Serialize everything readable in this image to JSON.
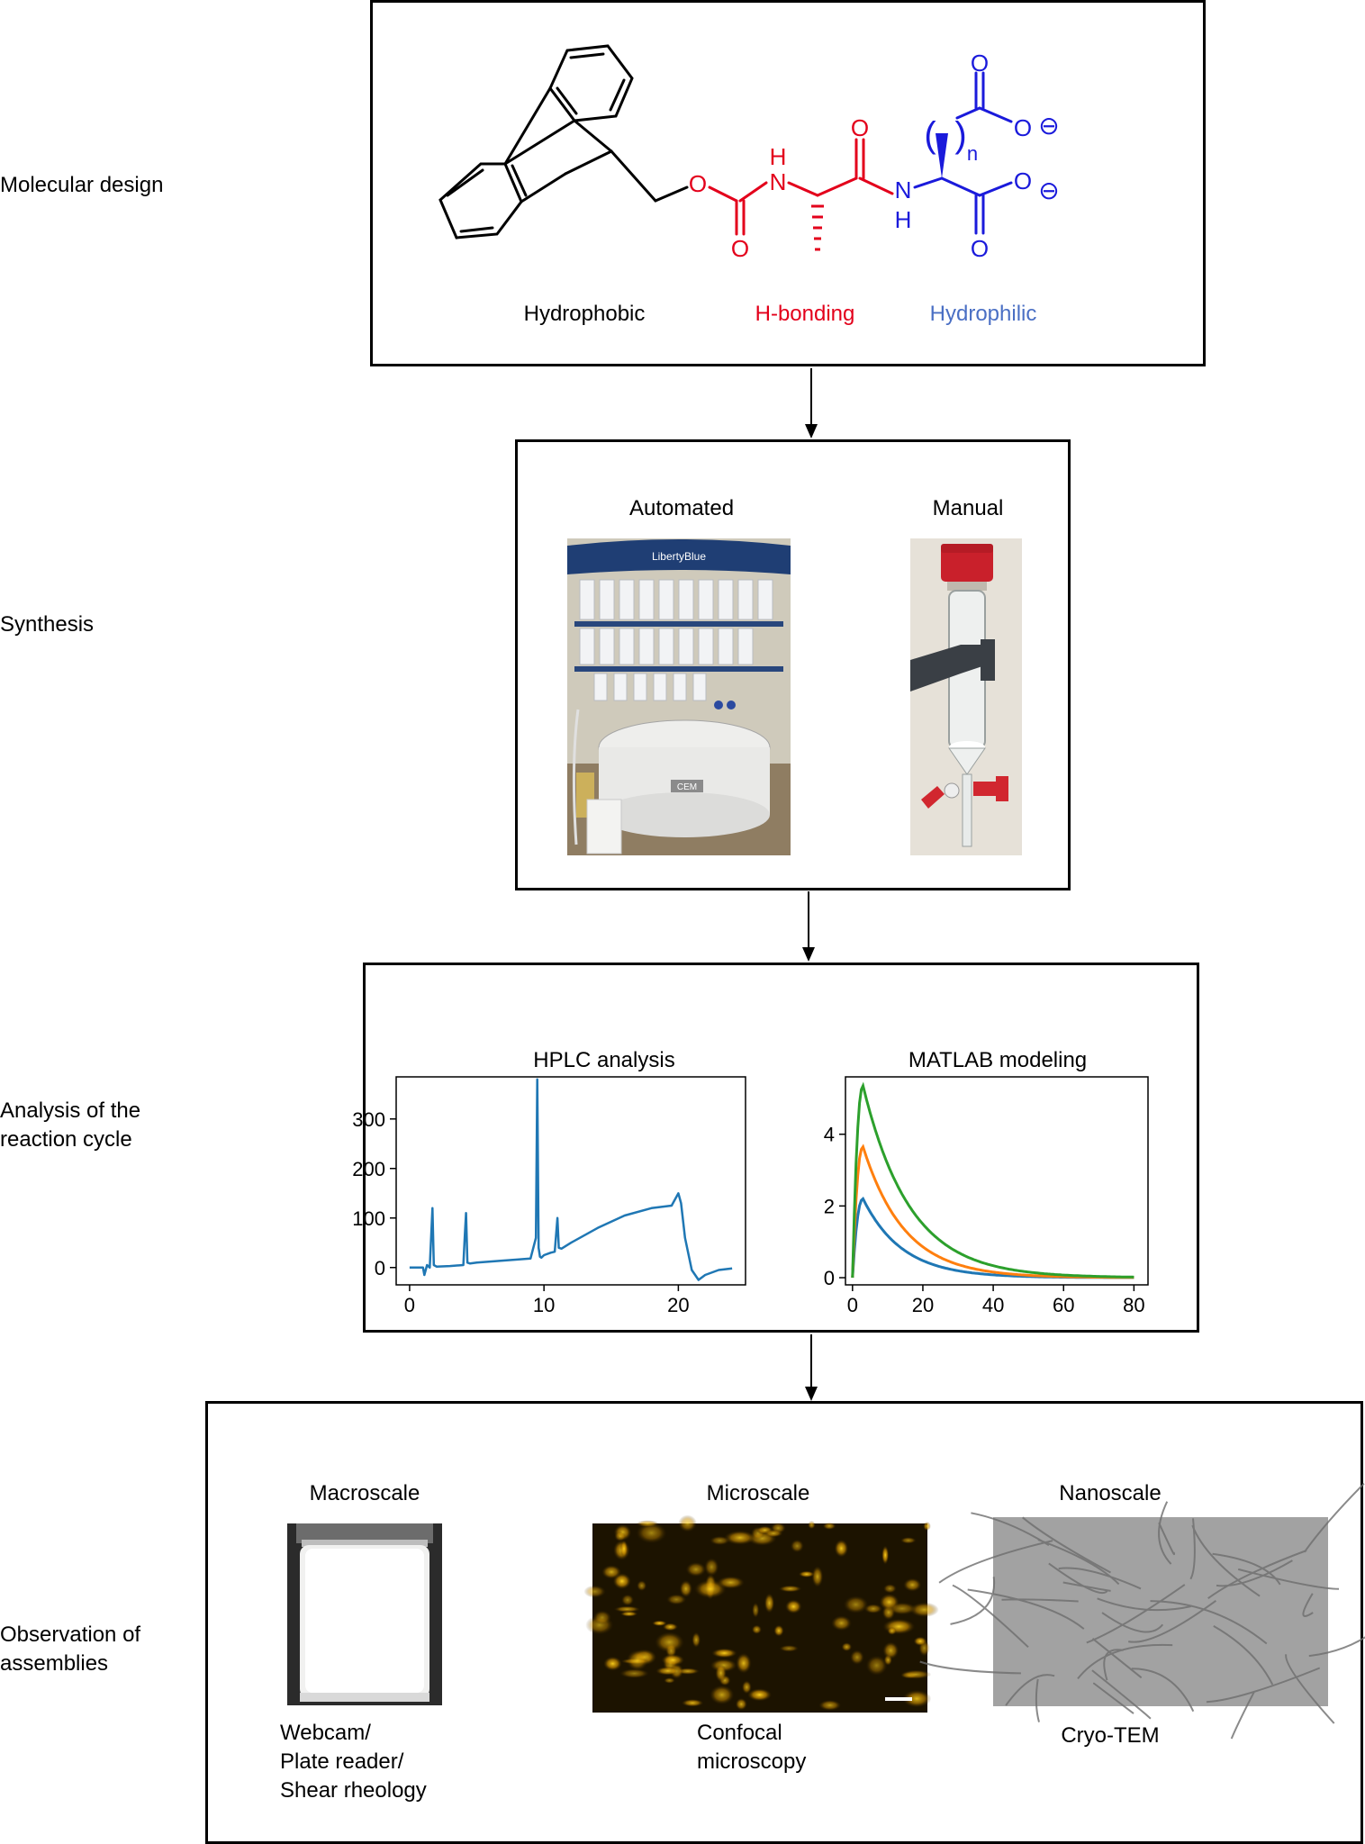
{
  "stages": {
    "molecular_design": "Molecular design",
    "synthesis": "Synthesis",
    "analysis_line1": "Analysis of the",
    "analysis_line2": "reaction cycle",
    "observation_line1": "Observation of",
    "observation_line2": "assemblies"
  },
  "molecule": {
    "hydrophobic": "Hydrophobic",
    "h_bonding": "H-bonding",
    "hydrophilic": "Hydrophilic",
    "colors": {
      "hydrophobic": "#000000",
      "h_bonding": "#e3001b",
      "hydrophilic": "#1a1adb",
      "hydrophilic_label": "#4a6fc4"
    },
    "atoms": {
      "O": "O",
      "N": "N",
      "H": "H",
      "n": "n",
      "minus": "⊖",
      "paren_open": "(",
      "paren_close": ")"
    }
  },
  "synthesis": {
    "automated": "Automated",
    "manual": "Manual",
    "automated_photo_text": "LibertyBlue",
    "automated_photo_badge": "CEM"
  },
  "analysis": {
    "hplc_title": "HPLC analysis",
    "matlab_title": "MATLAB modeling"
  },
  "observation": {
    "macroscale": "Macroscale",
    "microscale": "Microscale",
    "nanoscale": "Nanoscale",
    "macro_methods": [
      "Webcam/",
      "Plate reader/",
      "Shear rheology"
    ],
    "micro_methods": [
      "Confocal",
      "microscopy"
    ],
    "nano_methods": "Cryo-TEM"
  },
  "chart_data": [
    {
      "type": "line",
      "title": "HPLC analysis",
      "xlabel": "",
      "ylabel": "",
      "xlim": [
        -1,
        25
      ],
      "ylim": [
        -35,
        385
      ],
      "xticks": [
        0,
        10,
        20
      ],
      "yticks": [
        0,
        100,
        200,
        300
      ],
      "series": [
        {
          "color": "#1f77b4",
          "x": [
            0,
            1.0,
            1.1,
            1.3,
            1.5,
            1.6,
            1.7,
            1.8,
            2.0,
            3.0,
            4.0,
            4.1,
            4.2,
            4.3,
            4.5,
            5,
            7,
            9,
            9.4,
            9.5,
            9.6,
            9.7,
            9.8,
            10,
            10.5,
            10.8,
            11.0,
            11.1,
            11.3,
            12,
            14,
            16,
            18,
            19.5,
            20.0,
            20.2,
            20.5,
            21.0,
            21.5,
            22,
            23,
            24
          ],
          "y": [
            0,
            0,
            -15,
            5,
            0,
            60,
            120,
            5,
            2,
            3,
            5,
            60,
            110,
            10,
            8,
            10,
            14,
            18,
            60,
            380,
            40,
            22,
            20,
            25,
            30,
            32,
            100,
            40,
            38,
            50,
            80,
            105,
            120,
            125,
            150,
            130,
            60,
            -5,
            -25,
            -15,
            -5,
            -2
          ]
        }
      ]
    },
    {
      "type": "line",
      "title": "MATLAB modeling",
      "xlabel": "",
      "ylabel": "",
      "xlim": [
        -2,
        84
      ],
      "ylim": [
        -0.2,
        5.6
      ],
      "xticks": [
        0,
        20,
        40,
        60,
        80
      ],
      "yticks": [
        0,
        2,
        4
      ],
      "series": [
        {
          "color": "#1f77b4",
          "peak": 2.2,
          "peak_x": 3,
          "decay_k": 0.09
        },
        {
          "color": "#ff7f0e",
          "peak": 3.65,
          "peak_x": 3,
          "decay_k": 0.085
        },
        {
          "color": "#2ca02c",
          "peak": 5.35,
          "peak_x": 3,
          "decay_k": 0.075
        }
      ]
    }
  ]
}
